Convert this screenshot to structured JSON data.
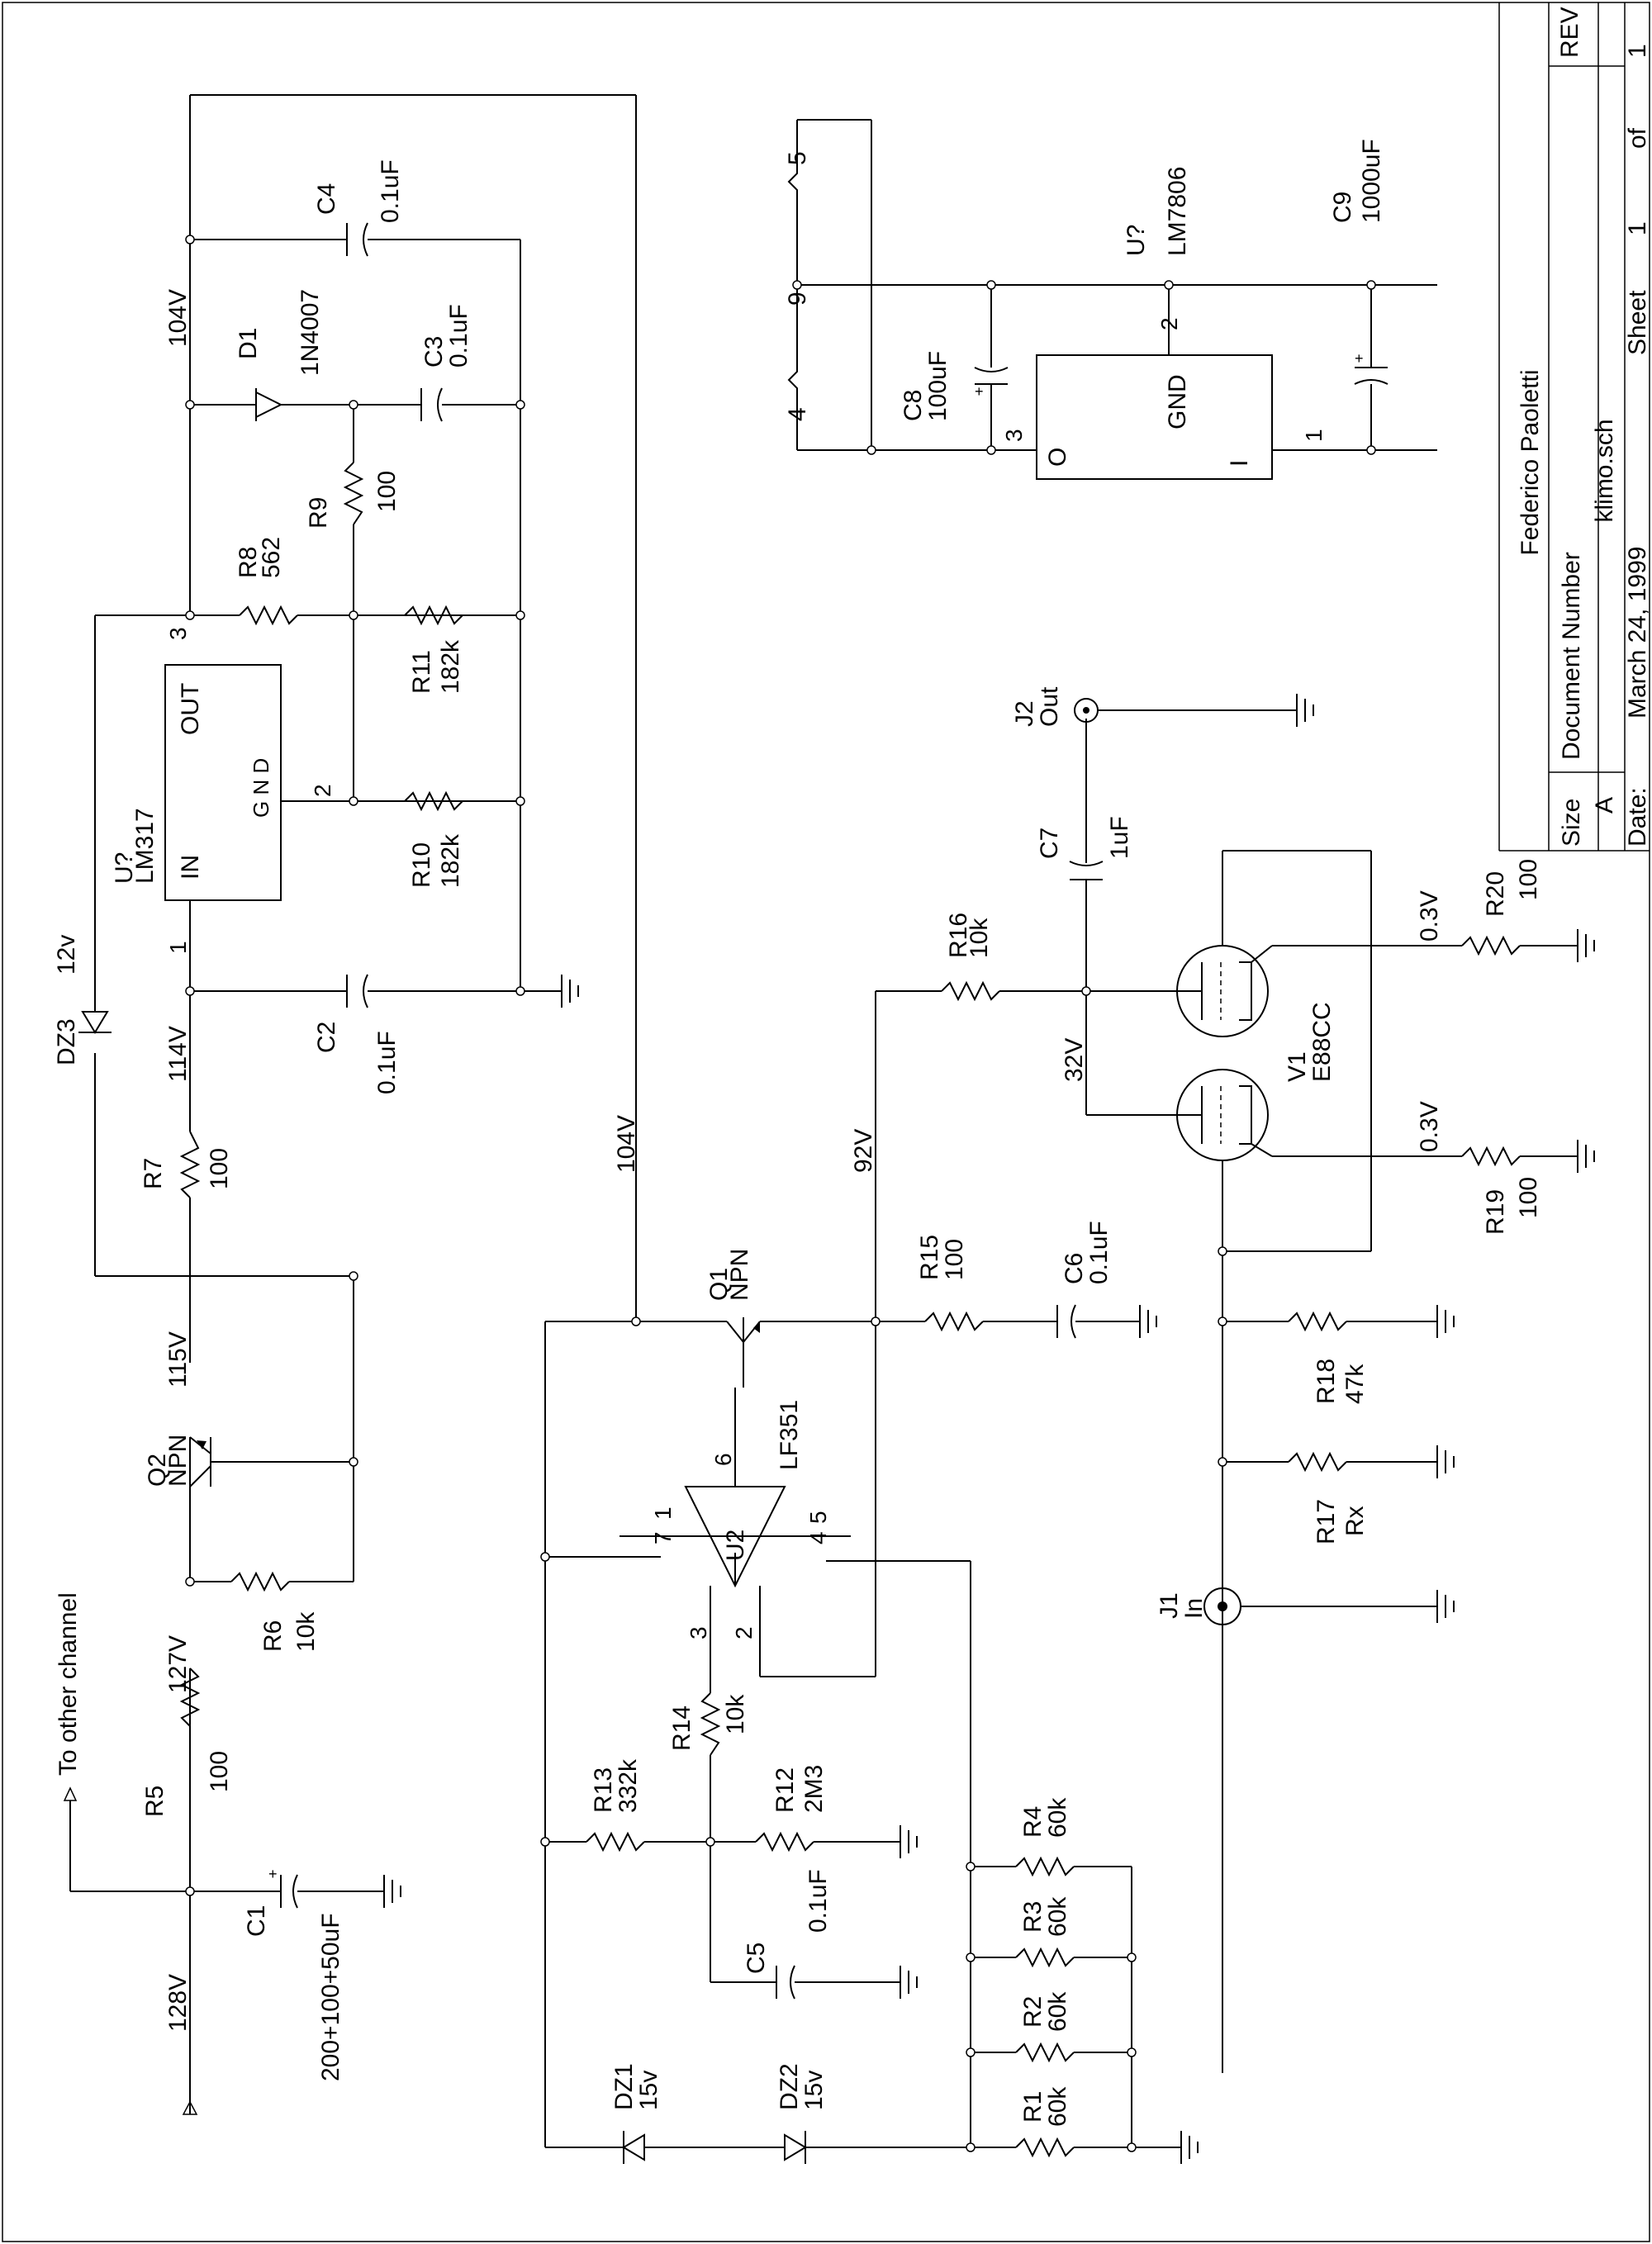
{
  "title_block": {
    "author": "Federico Paoletti",
    "size_label": "Size",
    "size_value": "A",
    "docnum_label": "Document Number",
    "docnum_value": "klimo.sch",
    "date_label": "Date:",
    "date_value": "March 24, 1999",
    "sheet_label": "Sheet",
    "sheet_value": "1",
    "of_label": "of",
    "of_value": "1",
    "rev_label": "REV"
  },
  "components": {
    "u_lm317": {
      "ref": "U?",
      "value": "LM317",
      "in": "IN",
      "out": "OUT",
      "gnd": "G N D",
      "pin1": "1",
      "pin2": "2",
      "pin3": "3"
    },
    "u_lm7806": {
      "ref": "U?",
      "value": "LM7806",
      "gnd": "GND",
      "o": "O",
      "i": "I",
      "pin1": "1",
      "pin2": "2",
      "pin3": "3"
    },
    "u2": {
      "ref": "U2",
      "value": "LF351",
      "pin2": "2",
      "pin3": "3",
      "pin4": "4",
      "pin5": "5",
      "pin6": "6",
      "pin7": "7",
      "pin1": "1"
    },
    "q1": {
      "ref": "Q1",
      "type": "NPN"
    },
    "q2": {
      "ref": "Q2",
      "type": "NPN"
    },
    "v1": {
      "ref": "V1",
      "value": "E88CC"
    },
    "j1": {
      "ref": "J1",
      "name": "In"
    },
    "j2": {
      "ref": "J2",
      "name": "Out"
    },
    "d1": {
      "ref": "D1",
      "value": "1N4007"
    },
    "dz1": {
      "ref": "DZ1",
      "value": "15v"
    },
    "dz2": {
      "ref": "DZ2",
      "value": "15v"
    },
    "dz3": {
      "ref": "DZ3",
      "value": "12v"
    },
    "c1": {
      "ref": "C1",
      "value": "200+100+50uF"
    },
    "c2": {
      "ref": "C2",
      "value": "0.1uF"
    },
    "c3": {
      "ref": "C3",
      "value": "0.1uF"
    },
    "c4": {
      "ref": "C4",
      "value": "0.1uF"
    },
    "c5": {
      "ref": "C5",
      "value": "0.1uF"
    },
    "c6": {
      "ref": "C6",
      "value": "0.1uF"
    },
    "c7": {
      "ref": "C7",
      "value": "1uF"
    },
    "c8": {
      "ref": "C8",
      "value": "100uF"
    },
    "c9": {
      "ref": "C9",
      "value": "1000uF"
    },
    "r1": {
      "ref": "R1",
      "value": "60k"
    },
    "r2": {
      "ref": "R2",
      "value": "60k"
    },
    "r3": {
      "ref": "R3",
      "value": "60k"
    },
    "r4": {
      "ref": "R4",
      "value": "60k"
    },
    "r5": {
      "ref": "R5",
      "value": "100"
    },
    "r6": {
      "ref": "R6",
      "value": "10k"
    },
    "r7": {
      "ref": "R7",
      "value": "100"
    },
    "r8": {
      "ref": "R8",
      "value": "562"
    },
    "r9": {
      "ref": "R9",
      "value": "100"
    },
    "r10": {
      "ref": "R10",
      "value": "182k"
    },
    "r11": {
      "ref": "R11",
      "value": "182k"
    },
    "r12": {
      "ref": "R12",
      "value": "2M3"
    },
    "r13": {
      "ref": "R13",
      "value": "332k"
    },
    "r14": {
      "ref": "R14",
      "value": "10k"
    },
    "r15": {
      "ref": "R15",
      "value": "100"
    },
    "r16": {
      "ref": "R16",
      "value": "10k"
    },
    "r17": {
      "ref": "R17",
      "value": "Rx"
    },
    "r18": {
      "ref": "R18",
      "value": "47k"
    },
    "r19": {
      "ref": "R19",
      "value": "100"
    },
    "r20": {
      "ref": "R20",
      "value": "100"
    }
  },
  "voltages": {
    "v128": "128V",
    "v127": "127V",
    "v115": "115V",
    "v114": "114V",
    "v104a": "104V",
    "v104b": "104V",
    "v92": "92V",
    "v32": "32V",
    "v03a": "0.3V",
    "v03b": "0.3V"
  },
  "connectors": {
    "other_channel": "To other channel",
    "t5": "5",
    "t9": "9",
    "t4": "4"
  }
}
